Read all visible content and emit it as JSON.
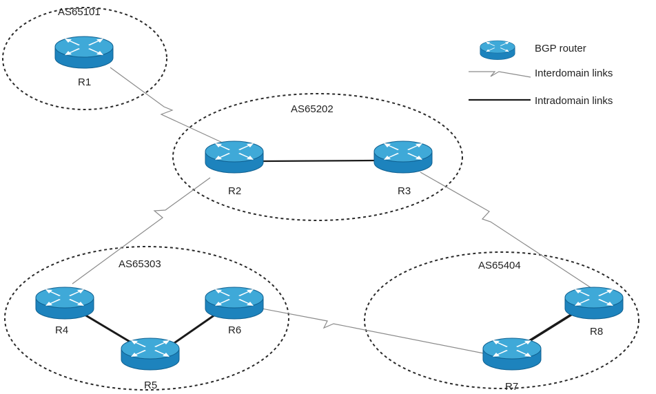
{
  "colors": {
    "router_top": "#3fa9d8",
    "router_side": "#1d83bd",
    "router_edge": "#0f5f8f",
    "router_arrow": "#ffffff",
    "interdomain_link": "#8a8a8a",
    "intradomain_link": "#1a1a1a",
    "domain_border": "#2a2a2a"
  },
  "autonomous_systems": {
    "as1": {
      "label": "AS65101"
    },
    "as2": {
      "label": "AS65202"
    },
    "as3": {
      "label": "AS65303"
    },
    "as4": {
      "label": "AS65404"
    }
  },
  "routers": {
    "r1": {
      "label": "R1",
      "icon": "router-icon"
    },
    "r2": {
      "label": "R2",
      "icon": "router-icon"
    },
    "r3": {
      "label": "R3",
      "icon": "router-icon"
    },
    "r4": {
      "label": "R4",
      "icon": "router-icon"
    },
    "r5": {
      "label": "R5",
      "icon": "router-icon"
    },
    "r6": {
      "label": "R6",
      "icon": "router-icon"
    },
    "r7": {
      "label": "R7",
      "icon": "router-icon"
    },
    "r8": {
      "label": "R8",
      "icon": "router-icon"
    }
  },
  "links": {
    "interdomain": [
      [
        "R1",
        "R2"
      ],
      [
        "R3",
        "R8"
      ],
      [
        "R2",
        "R4"
      ],
      [
        "R6",
        "R7"
      ]
    ],
    "intradomain": [
      [
        "R2",
        "R3"
      ],
      [
        "R4",
        "R5"
      ],
      [
        "R5",
        "R6"
      ],
      [
        "R7",
        "R8"
      ]
    ]
  },
  "legend": {
    "router": "BGP router",
    "interdomain": "Interdomain links",
    "intradomain": "Intradomain links"
  }
}
